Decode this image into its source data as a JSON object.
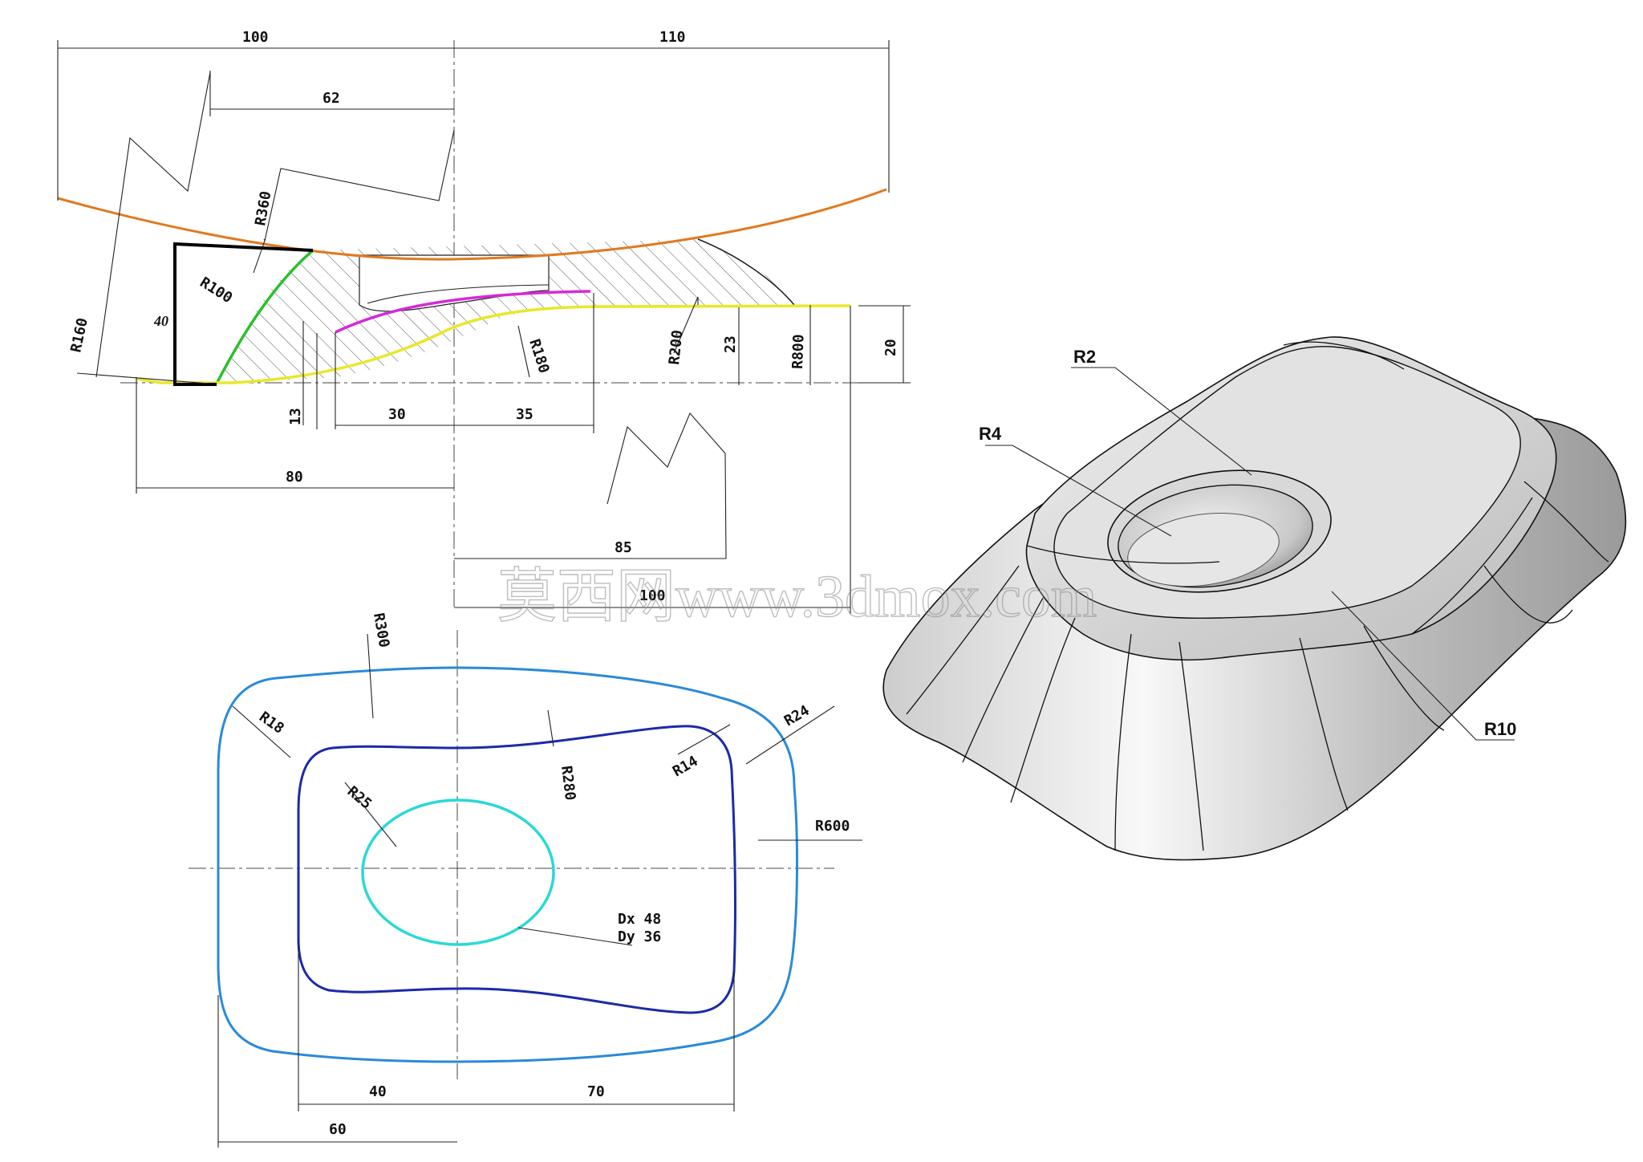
{
  "colors": {
    "orange_curve": "#e07a1e",
    "green_curve": "#2bbf2b",
    "magenta_curve": "#d62ad6",
    "yellow_curve": "#e8e82a",
    "outer_outline": "#2a8ad8",
    "middle_outline": "#1c2aa8",
    "inner_ellipse": "#2ad8d8"
  },
  "section_view": {
    "dims": {
      "d100_top": "100",
      "d110": "110",
      "d62": "62",
      "r360": "R360",
      "r100": "R100",
      "r160": "R160",
      "d40": "40",
      "r180": "R180",
      "r200": "R200",
      "d23": "23",
      "r800": "R800",
      "d20": "20",
      "d13": "13",
      "d30": "30",
      "d35": "35",
      "d80": "80",
      "d85": "85",
      "d100_bottom": "100"
    }
  },
  "plan_view": {
    "dims": {
      "r300": "R300",
      "r18": "R18",
      "r24": "R24",
      "r14": "R14",
      "r280": "R280",
      "r25": "R25",
      "r600": "R600",
      "dx": "Dx 48",
      "dy": "Dy 36",
      "d40": "40",
      "d70": "70",
      "d60": "60"
    }
  },
  "iso_view": {
    "labels": {
      "r2": "R2",
      "r4": "R4",
      "r10": "R10"
    }
  },
  "watermark": "莫西网www.3dmox.com"
}
